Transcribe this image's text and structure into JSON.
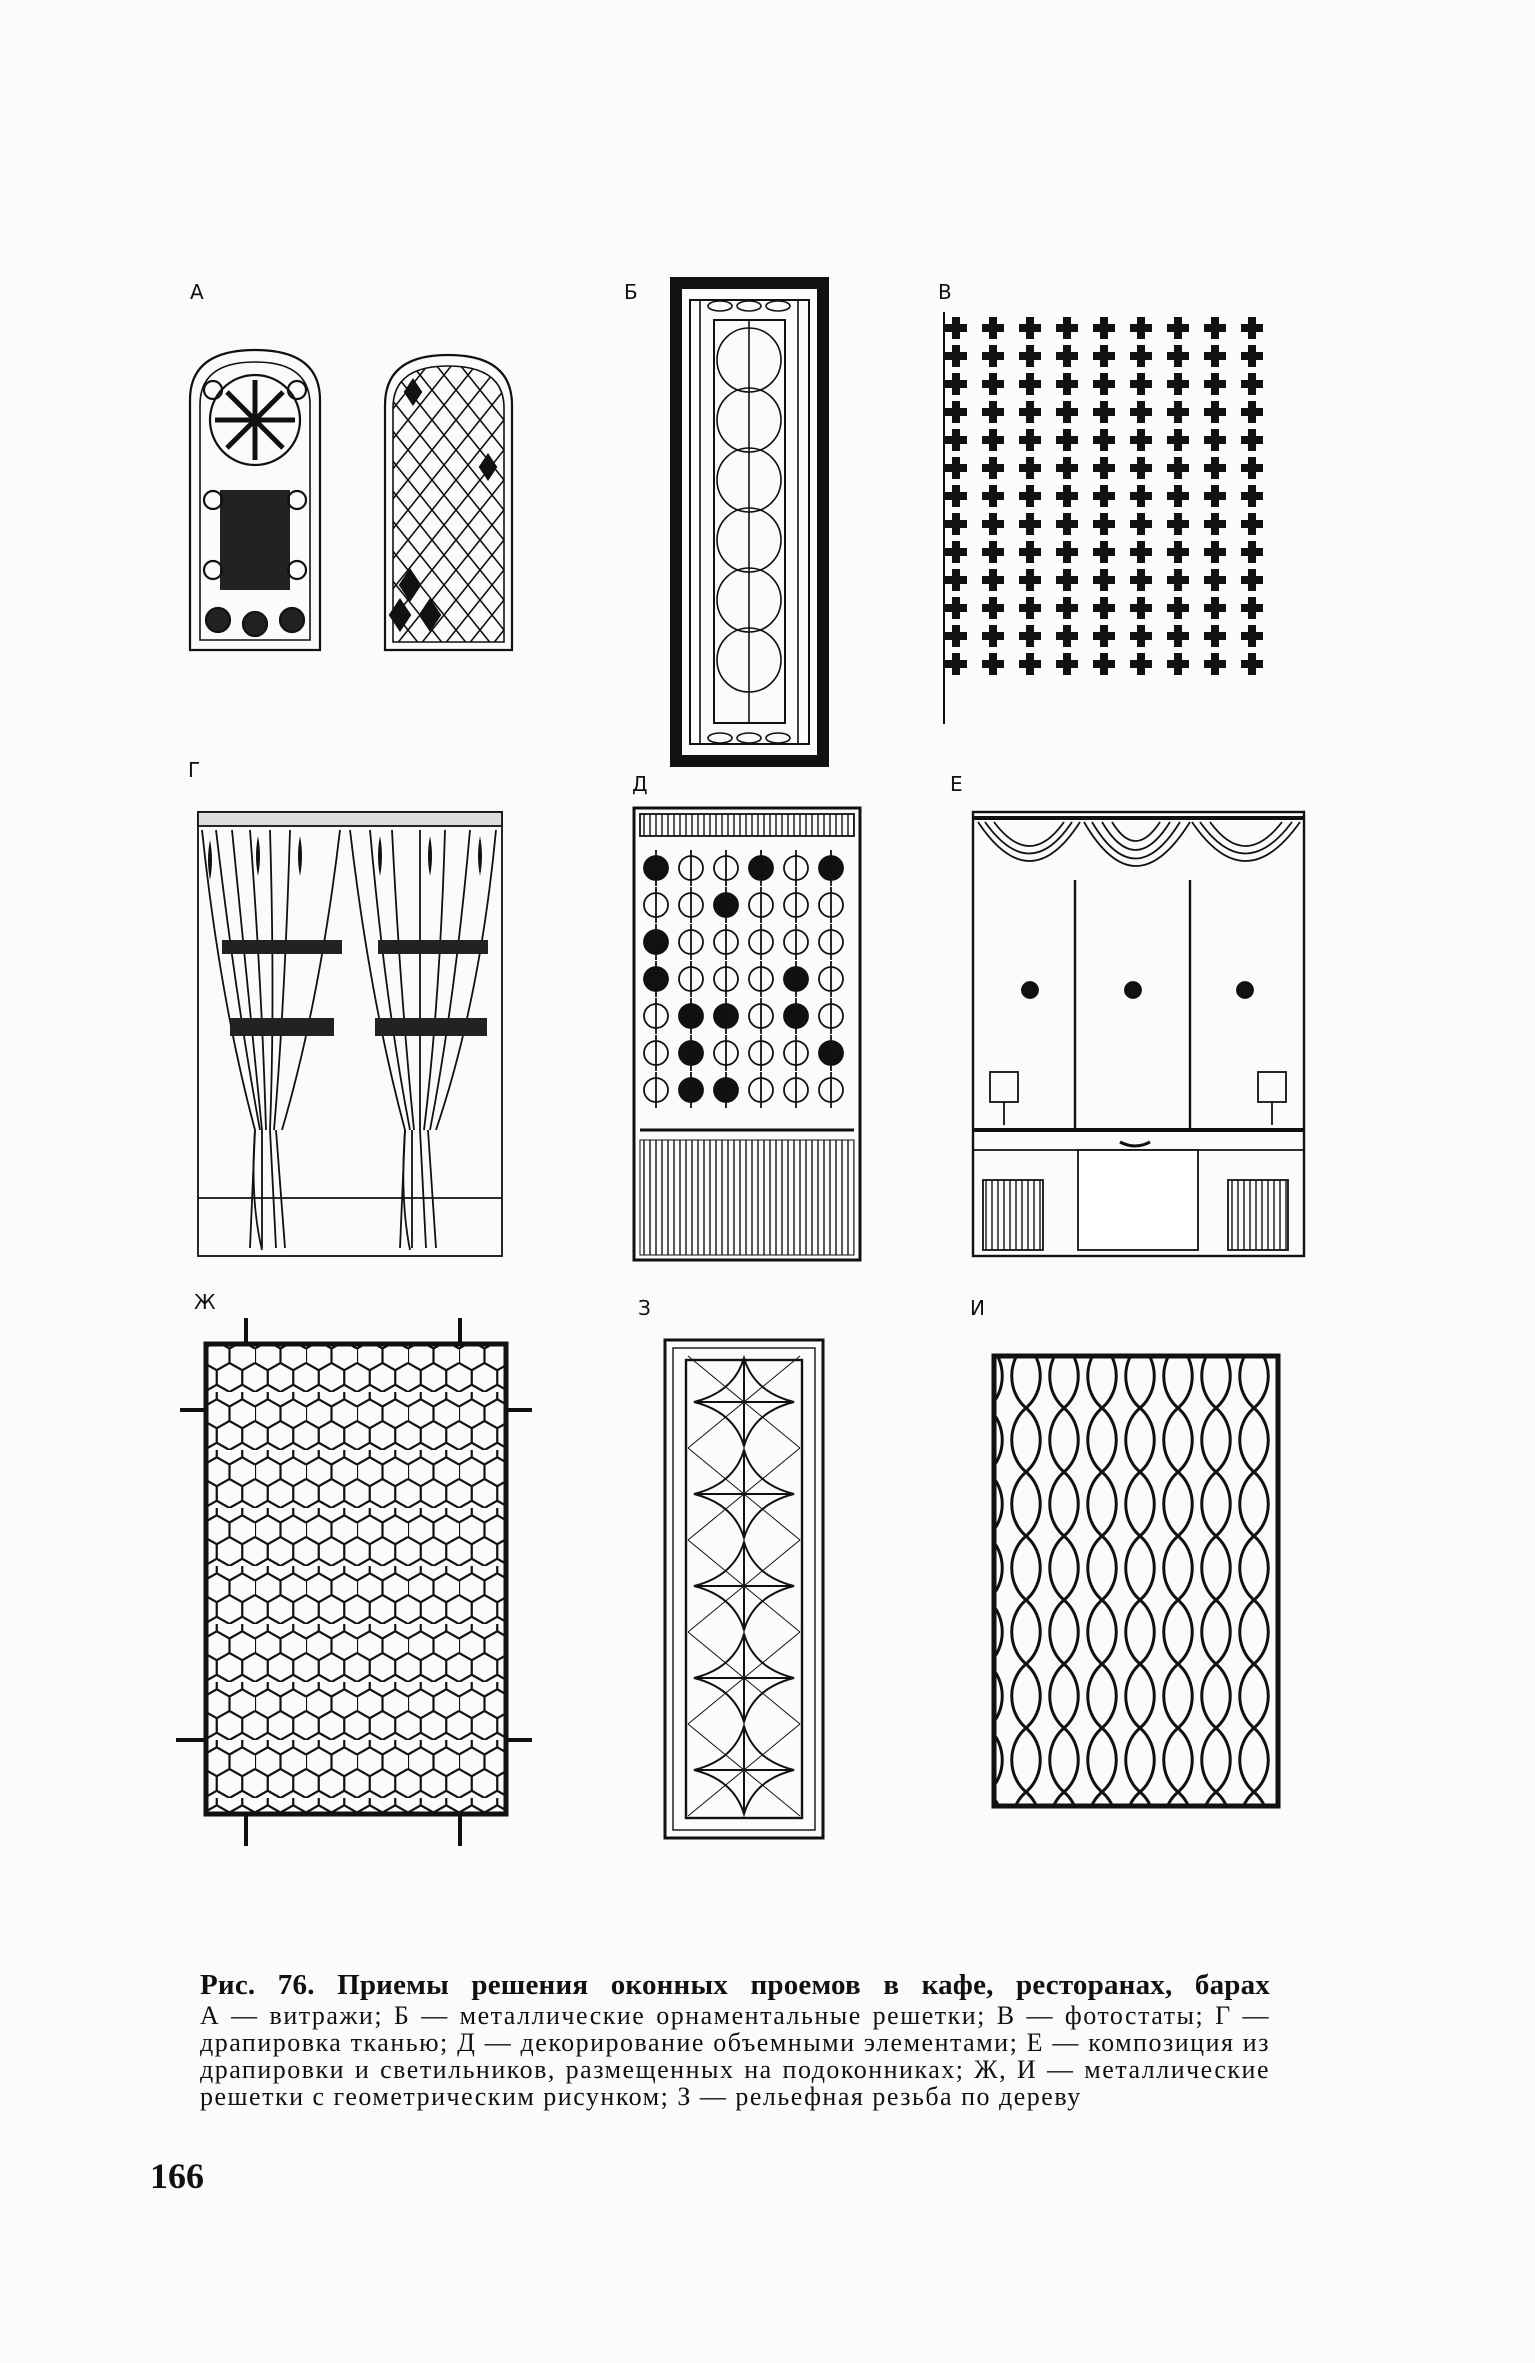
{
  "panels": {
    "a": "А",
    "b": "Б",
    "v": "В",
    "g": "Г",
    "d": "Д",
    "e": "Е",
    "zh": "Ж",
    "z": "З",
    "i": "И"
  },
  "caption": {
    "title": "Рис. 76. Приемы решения оконных проемов в кафе, ресторанах, барах",
    "body": "А — витражи; Б — металлические орнаментальные решетки; В — фотостаты; Г — драпировка тканью; Д — декорирование объемными элементами; Е — композиция из драпировки и светильников, размещенных на подоконниках; Ж, И — металлические решетки с геометрическим рисунком; З — рельефная резьба по дереву"
  },
  "page_number": "166"
}
